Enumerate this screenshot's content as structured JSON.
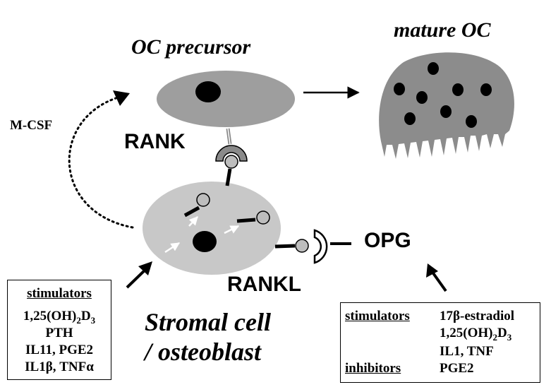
{
  "labels": {
    "oc_precursor": "OC precursor",
    "mature_oc": "mature OC",
    "m_csf": "M-CSF",
    "rank": "RANK",
    "opg": "OPG",
    "rankl": "RANKL",
    "stromal_line1": "Stromal cell",
    "stromal_line2": "/ osteoblast"
  },
  "left_box": {
    "header": "stimulators",
    "lines": [
      "1,25(OH)",
      "2",
      "D",
      "3",
      "PTH",
      "IL11, PGE2",
      "IL1β, TNFα"
    ]
  },
  "right_box": {
    "stim_header": "stimulators",
    "stim_items": [
      "17β-estradiol",
      "1,25(OH)",
      "2",
      "D",
      "3",
      "IL1, TNF"
    ],
    "inhib_header": "inhibitors",
    "inhib_items": [
      "PGE2"
    ]
  },
  "colors": {
    "precursor_cell": "#9e9e9e",
    "mature_cell": "#8c8c8c",
    "stromal_cell": "#c8c8c8",
    "nucleus": "#000000",
    "rank_receptor": "#8a8a8a"
  }
}
